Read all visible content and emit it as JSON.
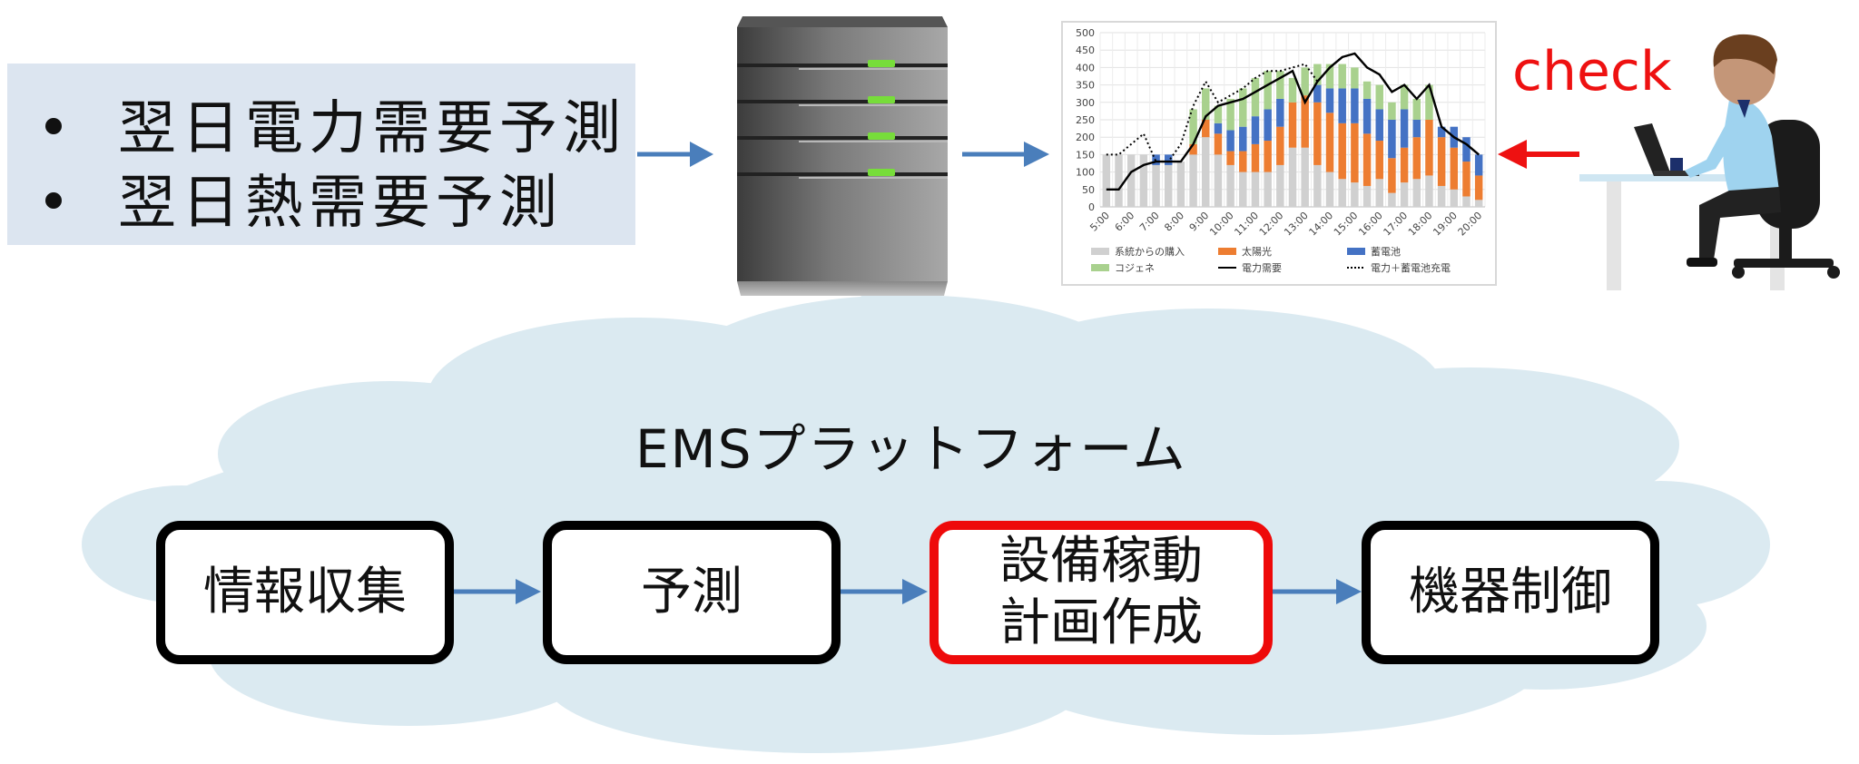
{
  "bullets": [
    "翌日電力需要予測",
    "翌日熱需要予測"
  ],
  "check_label": "check",
  "platform_title": "EMSプラットフォーム",
  "steps": [
    {
      "lines": [
        "情報収集"
      ],
      "highlight": false
    },
    {
      "lines": [
        "予測"
      ],
      "highlight": false
    },
    {
      "lines": [
        "設備稼動",
        "計画作成"
      ],
      "highlight": true
    },
    {
      "lines": [
        "機器制御"
      ],
      "highlight": false
    }
  ],
  "colors": {
    "arrow_blue": "#4a7ebb",
    "arrow_red": "#ee1111",
    "cloud": "#dbeaf1",
    "panel": "#dce5f0",
    "highlight": "#ee0a0a"
  },
  "icons": [
    "server-icon",
    "person-at-laptop-icon"
  ],
  "chart_data": {
    "type": "bar",
    "stacked": true,
    "categories": [
      "5:00",
      "5:30",
      "6:00",
      "6:30",
      "7:00",
      "7:30",
      "8:00",
      "8:30",
      "9:00",
      "9:30",
      "10:00",
      "10:30",
      "11:00",
      "11:30",
      "12:00",
      "12:30",
      "13:00",
      "13:30",
      "14:00",
      "14:30",
      "15:00",
      "15:30",
      "16:00",
      "16:30",
      "17:00",
      "17:30",
      "18:00",
      "18:30",
      "19:00",
      "19:30",
      "20:00"
    ],
    "tick_labels": [
      "5:00",
      "6:00",
      "7:00",
      "8:00",
      "9:00",
      "10:00",
      "11:00",
      "12:00",
      "13:00",
      "14:00",
      "15:00",
      "16:00",
      "17:00",
      "18:00",
      "19:00",
      "20:00"
    ],
    "ylim": [
      0,
      500
    ],
    "yticks": [
      0,
      50,
      100,
      150,
      200,
      250,
      300,
      350,
      400,
      450,
      500
    ],
    "grid": true,
    "legend_position": "bottom",
    "series": [
      {
        "name": "系統からの購入",
        "kind": "bar",
        "color": "#d0d0d0",
        "values": [
          150,
          150,
          150,
          150,
          120,
          120,
          130,
          150,
          200,
          150,
          120,
          100,
          100,
          100,
          120,
          170,
          170,
          120,
          100,
          80,
          70,
          60,
          80,
          40,
          70,
          80,
          90,
          60,
          50,
          30,
          20
        ]
      },
      {
        "name": "太陽光",
        "kind": "bar",
        "color": "#ed7d31",
        "values": [
          0,
          0,
          0,
          0,
          0,
          0,
          0,
          30,
          50,
          60,
          40,
          60,
          80,
          90,
          110,
          130,
          150,
          180,
          170,
          160,
          170,
          150,
          110,
          100,
          100,
          120,
          160,
          140,
          120,
          100,
          70
        ]
      },
      {
        "name": "蓄電池",
        "kind": "bar",
        "color": "#4472c4",
        "values": [
          0,
          0,
          0,
          0,
          30,
          30,
          0,
          0,
          0,
          30,
          60,
          70,
          80,
          90,
          80,
          0,
          0,
          50,
          70,
          100,
          100,
          100,
          90,
          110,
          110,
          50,
          0,
          30,
          60,
          70,
          60
        ]
      },
      {
        "name": "コジェネ",
        "kind": "bar",
        "color": "#a9d18e",
        "values": [
          0,
          0,
          0,
          0,
          0,
          0,
          0,
          100,
          90,
          50,
          90,
          110,
          110,
          110,
          80,
          70,
          80,
          60,
          70,
          70,
          60,
          50,
          70,
          50,
          70,
          60,
          100,
          0,
          0,
          0,
          0
        ]
      },
      {
        "name": "電力需要",
        "kind": "line",
        "style": "solid",
        "color": "#000000",
        "values": [
          50,
          50,
          100,
          120,
          130,
          130,
          130,
          180,
          260,
          290,
          300,
          310,
          330,
          350,
          370,
          390,
          300,
          360,
          400,
          430,
          440,
          400,
          380,
          330,
          350,
          310,
          350,
          230,
          200,
          180,
          150
        ]
      },
      {
        "name": "電力＋蓄電池充電",
        "kind": "line",
        "style": "dotted",
        "color": "#000000",
        "values": [
          150,
          150,
          180,
          210,
          130,
          130,
          180,
          290,
          360,
          300,
          320,
          340,
          370,
          390,
          390,
          400,
          410,
          360,
          400,
          430,
          440,
          400,
          380,
          330,
          350,
          310,
          350,
          230,
          200,
          180,
          150
        ]
      }
    ]
  }
}
